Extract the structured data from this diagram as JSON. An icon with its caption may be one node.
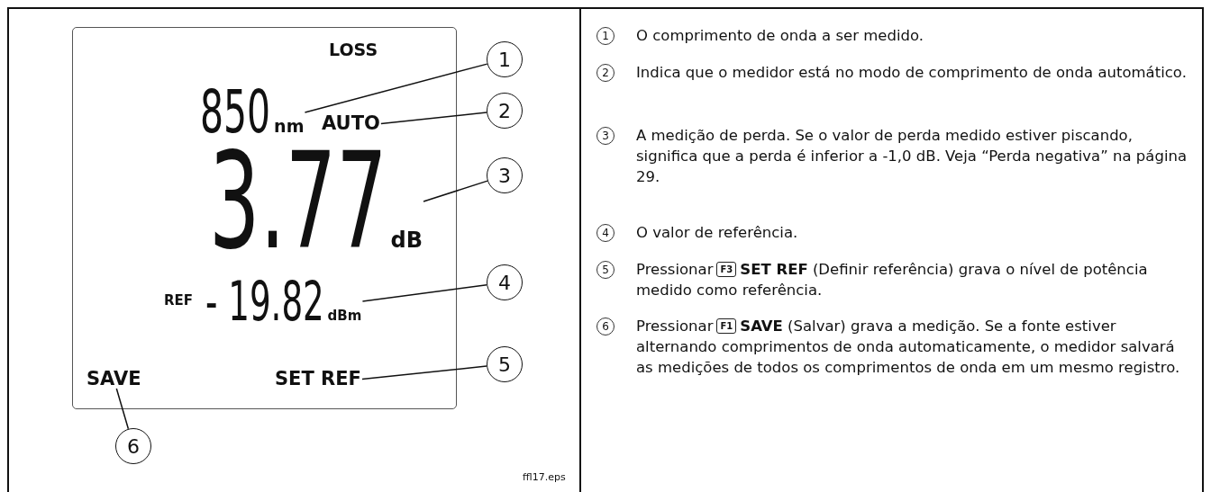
{
  "diagram": {
    "nodes": [
      {
        "text": [
          "850"
        ],
        "beside": [
          "nm"
        ]
      },
      {
        "text": [
          "AUTO"
        ]
      },
      {
        "text": [
          "3.77"
        ],
        "beside": [
          "dB"
        ]
      },
      {
        "text": [
          "- 19.82"
        ],
        "beside": [
          "REF",
          "dBm"
        ]
      },
      {
        "text": [
          "SET REF"
        ]
      },
      {
        "text": [
          "SAVE"
        ]
      },
      {
        "text": [
          "1"
        ]
      },
      {
        "text": [
          "2"
        ]
      },
      {
        "text": [
          "3"
        ]
      },
      {
        "text": [
          "4"
        ]
      },
      {
        "text": [
          "5"
        ]
      },
      {
        "text": [
          "6"
        ]
      }
    ],
    "edges": [
      {
        "from": 6,
        "to": 0,
        "arrow": "none"
      },
      {
        "from": 7,
        "to": 1,
        "arrow": "none"
      },
      {
        "from": 8,
        "to": 2,
        "arrow": "none"
      },
      {
        "from": 9,
        "to": 3,
        "arrow": "none"
      },
      {
        "from": 10,
        "to": 4,
        "arrow": "none"
      },
      {
        "from": 11,
        "to": 5,
        "arrow": "none"
      }
    ],
    "labels": [
      "LOSS",
      "ffl17.eps",
      "1",
      "O comprimento de onda a ser medido.",
      "2",
      "Indica que o medidor está no modo de comprimento de onda automático.",
      "3",
      "A medição de perda. Se o valor de perda medido estiver piscando, significa que a perda é inferior a -1,0 dB. Veja “Perda negativa” na página 29.",
      "4",
      "O valor de referência.",
      "5",
      "Pressionar",
      "F3",
      "**SET REF** (Definir referência) grava o nível de potência medido como referência.",
      "6",
      "Pressionar",
      "F1",
      "**SAVE** (Salvar) grava a medição. Se a fonte estiver alternando comprimentos de onda automaticamente, o medidor salvará as medições de todos os comprimentos de onda em um mesmo registro."
    ]
  }
}
